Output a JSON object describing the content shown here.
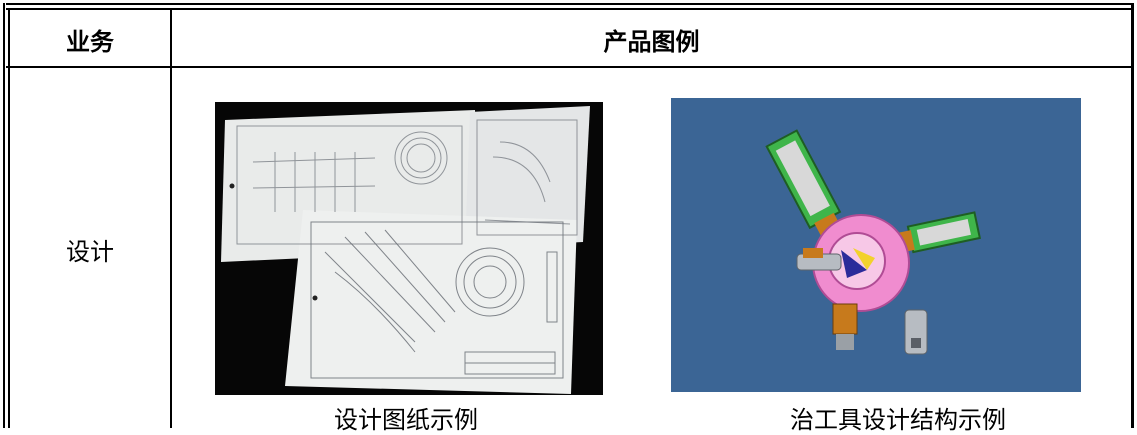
{
  "table": {
    "headers": {
      "col1": "业务",
      "col2": "产品图例"
    },
    "row": {
      "business": "设计",
      "images": [
        {
          "caption": "设计图纸示例",
          "icon": "engineering-drawings-photo"
        },
        {
          "caption": "治工具设计结构示例",
          "icon": "fixture-cad-model-render"
        }
      ]
    }
  }
}
